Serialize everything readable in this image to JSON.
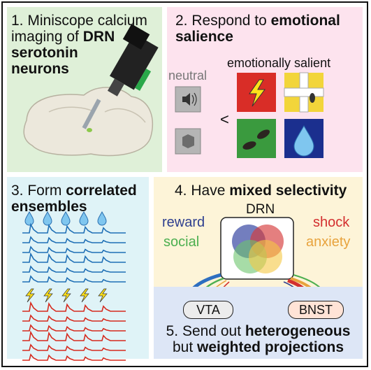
{
  "panel1": {
    "num": "1.",
    "line1": "Miniscope calcium",
    "line2_pre": "imaging of ",
    "line2_bold": "DRN",
    "line3": "serotonin",
    "line4": "neurons"
  },
  "panel2": {
    "num": "2.",
    "pre": "Respond to ",
    "bold1": "emotional",
    "bold2": "salience",
    "neutral": "neutral",
    "salient": "emotionally salient",
    "lt": "<"
  },
  "panel3": {
    "num": "3.",
    "pre": "Form ",
    "bold1": "correlated",
    "bold2": "ensembles"
  },
  "panel4": {
    "num": "4.",
    "pre": "Have ",
    "bold": "mixed selectivity",
    "drn": "DRN",
    "reward": "reward",
    "social": "social",
    "shock": "shock",
    "anxiety": "anxiety",
    "vta": "VTA",
    "bnst": "BNST"
  },
  "panel5": {
    "num": "5.",
    "pre": "Send out ",
    "bold1": "heterogeneous",
    "mid": "but ",
    "bold2": "weighted projections"
  },
  "colors": {
    "reward": "#2e3f8f",
    "social": "#4caf50",
    "shock": "#d32f2f",
    "anxiety": "#e8a33d",
    "blue_trace": "#1f6fb5",
    "red_trace": "#d62a1e"
  }
}
